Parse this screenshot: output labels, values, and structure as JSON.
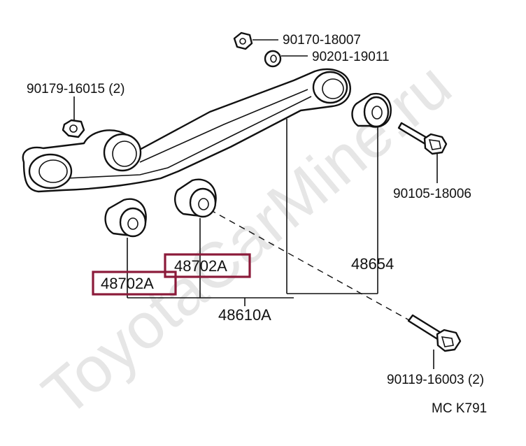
{
  "watermark": "ToyotaCarMine.ru",
  "labels": {
    "nut_top": "90170-18007",
    "washer": "90201-19011",
    "nut_left": "90179-16015 (2)",
    "bolt_right": "90105-18006",
    "bushing_right": "48654",
    "bushing_upper": "48702A",
    "bushing_lower": "48702A",
    "assembly": "48610A",
    "bolt_bottom": "90119-16003 (2)"
  },
  "figure_code": "MC K791",
  "colors": {
    "highlight": "#8b1a3a",
    "line": "#111111",
    "watermark": "#e6e6e6"
  }
}
